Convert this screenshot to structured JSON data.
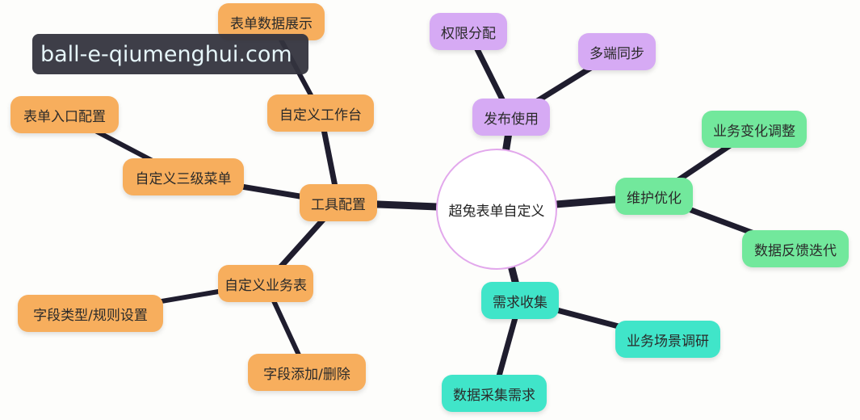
{
  "watermark": "ball-e-qiumenghui.com",
  "colors": {
    "tools": "#f7ae5d",
    "publish": "#d6aaf4",
    "maintain": "#72e89c",
    "collect": "#40e5c9",
    "edge": "#1f1d2e",
    "root_border": "#e2a8ec"
  },
  "root": {
    "label": "超兔表单自定义"
  },
  "branches": [
    {
      "id": "tools",
      "label": "工具配置",
      "color_key": "tools",
      "children": [
        {
          "id": "workbench",
          "label": "自定义工作台",
          "children": [
            {
              "id": "display",
              "label": "表单数据展示"
            }
          ]
        },
        {
          "id": "menu",
          "label": "自定义三级菜单",
          "children": [
            {
              "id": "entry",
              "label": "表单入口配置"
            }
          ]
        },
        {
          "id": "biztable",
          "label": "自定义业务表",
          "children": [
            {
              "id": "fieldtype",
              "label": "字段类型/规则设置"
            },
            {
              "id": "fieldadd",
              "label": "字段添加/删除"
            }
          ]
        }
      ]
    },
    {
      "id": "publish",
      "label": "发布使用",
      "color_key": "publish",
      "children": [
        {
          "id": "perm",
          "label": "权限分配"
        },
        {
          "id": "sync",
          "label": "多端同步"
        }
      ]
    },
    {
      "id": "maintain",
      "label": "维护优化",
      "color_key": "maintain",
      "children": [
        {
          "id": "bizchange",
          "label": "业务变化调整"
        },
        {
          "id": "feedback",
          "label": "数据反馈迭代"
        }
      ]
    },
    {
      "id": "collect",
      "label": "需求收集",
      "color_key": "collect",
      "children": [
        {
          "id": "research",
          "label": "业务场景调研"
        },
        {
          "id": "datareq",
          "label": "数据采集需求"
        }
      ]
    }
  ]
}
